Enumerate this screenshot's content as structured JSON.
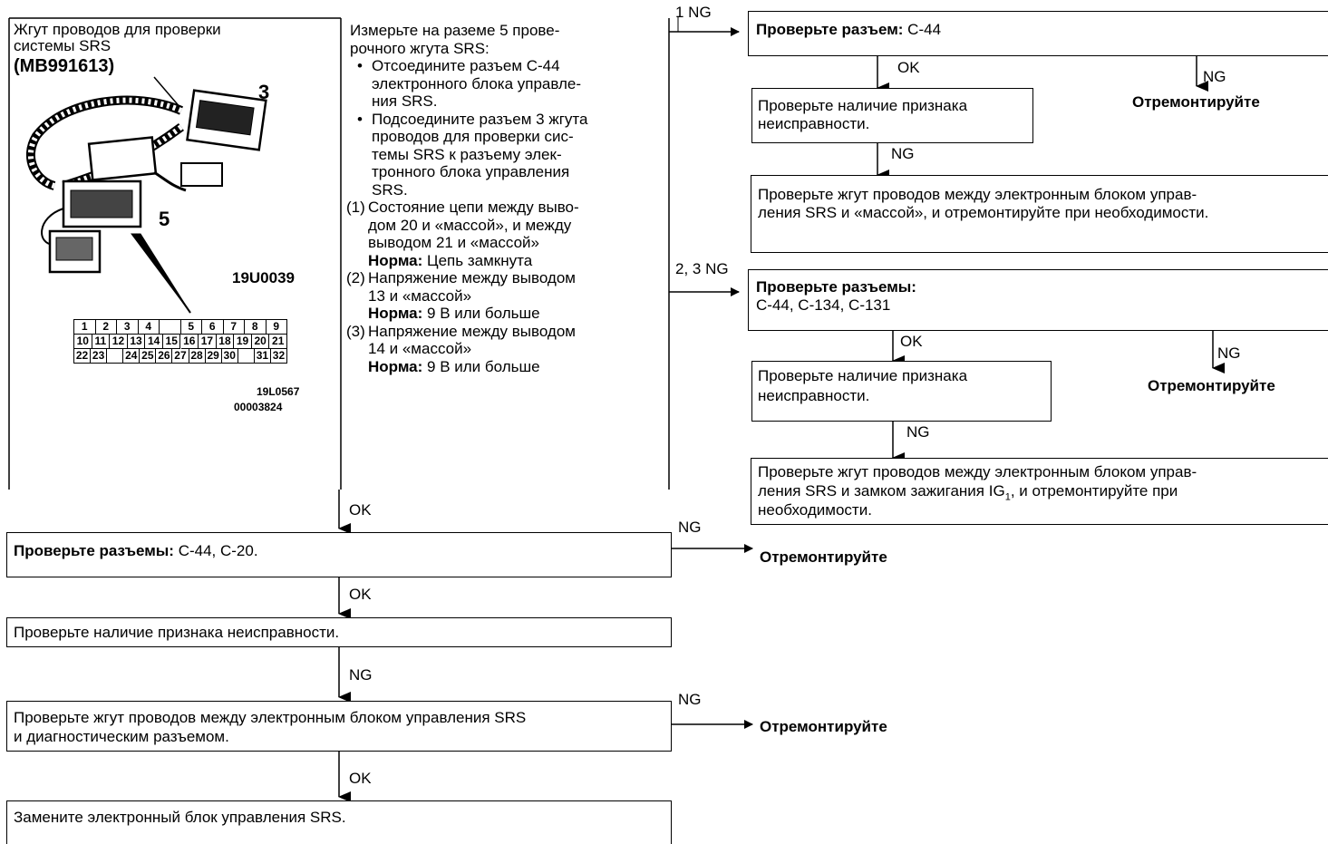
{
  "left_panel": {
    "harness_title_line1": "Жгут проводов для проверки",
    "harness_title_line2": "системы SRS",
    "harness_part": "(MB991613)",
    "callout_3": "3",
    "callout_5": "5",
    "image_code_1": "19U0039",
    "image_code_2": "19L0567",
    "image_code_3": "00003824",
    "connector_row1": [
      "1",
      "2",
      "3",
      "4",
      "",
      "5",
      "6",
      "7",
      "8",
      "9"
    ],
    "connector_row2": [
      "10",
      "11",
      "12",
      "13",
      "14",
      "15",
      "16",
      "17",
      "18",
      "19",
      "20",
      "21"
    ],
    "connector_row3": [
      "22",
      "23",
      "",
      "24",
      "25",
      "26",
      "27",
      "28",
      "29",
      "30",
      "",
      "31",
      "32"
    ]
  },
  "instructions": {
    "intro_l1": "Измерьте на раземе 5 прове-",
    "intro_l2": "рочного жгута SRS:",
    "bullet1_l1": "Отсоедините разъем С-44",
    "bullet1_l2": "электронного блока управле-",
    "bullet1_l3": "ния SRS.",
    "bullet2_l1": "Подсоедините разъем 3 жгута",
    "bullet2_l2": "проводов для проверки сис-",
    "bullet2_l3": "темы SRS к разъему элек-",
    "bullet2_l4": "тронного блока управления",
    "bullet2_l5": "SRS.",
    "item1_num": "(1)",
    "item1_l1": "Состояние цепи между выво-",
    "item1_l2": "дом 20 и «массой», и между",
    "item1_l3": "выводом 21 и «массой»",
    "item1_norm_label": "Норма:",
    "item1_norm_value": " Цепь замкнута",
    "item2_num": "(2)",
    "item2_l1": "Напряжение между выводом",
    "item2_l2": "13 и «массой»",
    "item2_norm_label": "Норма:",
    "item2_norm_value": " 9 В или больше",
    "item3_num": "(3)",
    "item3_l1": "Напряжение между выводом",
    "item3_l2": "14 и «массой»",
    "item3_norm_label": "Норма:",
    "item3_norm_value": " 9 В или больше"
  },
  "branch1": {
    "label": "1 NG",
    "check_label": "Проверьте разъем:",
    "check_value": " С-44",
    "ok_label": "OK",
    "ng_label": "NG",
    "repair": "Отремонтируйте",
    "symptom_l1": "Проверьте наличие признака",
    "symptom_l2": "неисправности.",
    "ng2_label": "NG",
    "harness_l1": "Проверьте жгут проводов между электронным блоком управ-",
    "harness_l2": "ления SRS и «массой», и отремонтируйте при необходимости."
  },
  "branch2": {
    "label": "2, 3 NG",
    "check_label": "Проверьте разъемы:",
    "check_value": "С-44, С-134, С-131",
    "ok_label": "OK",
    "ng_label": "NG",
    "repair": "Отремонтируйте",
    "symptom_l1": "Проверьте наличие признака",
    "symptom_l2": "неисправности.",
    "ng2_label": "NG",
    "harness_l1": "Проверьте жгут проводов между электронным блоком управ-",
    "harness_l2": "ления SRS и замком зажигания IG",
    "harness_sub": "1",
    "harness_l2b": ", и отремонтируйте при",
    "harness_l3": "необходимости."
  },
  "main_flow": {
    "ok1": "OK",
    "connectors_label": "Проверьте разъемы:",
    "connectors_value": " С-44, С-20.",
    "ng1": "NG",
    "repair1": "Отремонтируйте",
    "ok2": "OK",
    "symptom": "Проверьте наличие признака неисправности.",
    "ng2": "NG",
    "harness_l1": "Проверьте жгут проводов между электронным блоком управления SRS",
    "harness_l2": "и диагностическим разъемом.",
    "ng3": "NG",
    "repair2": "Отремонтируйте",
    "ok3": "OK",
    "replace": "Замените электронный блок управления SRS."
  }
}
